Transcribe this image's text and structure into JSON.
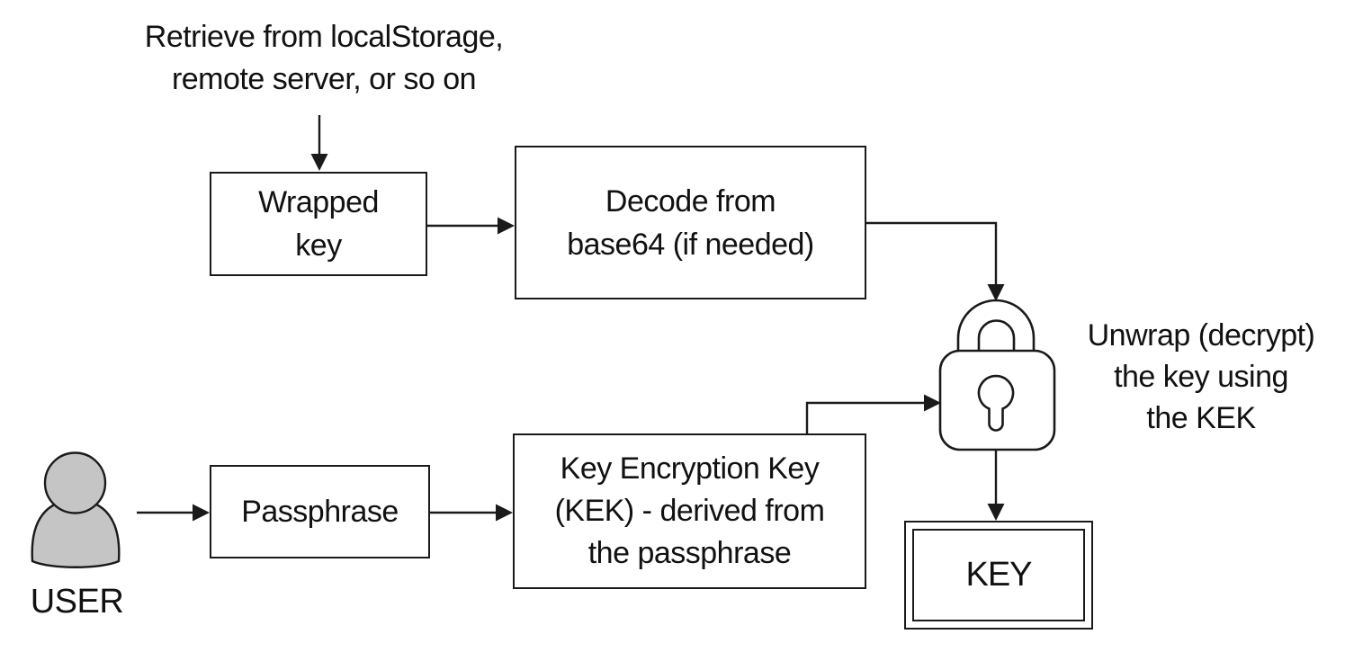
{
  "colors": {
    "line": "#1a1a1a",
    "text": "#111111",
    "box_fill": "#ffffff",
    "user_fill": "#c5c5c5"
  },
  "nodes": {
    "top_note": "Retrieve from localStorage,\nremote server, or so on",
    "wrapped_key": "Wrapped\nkey",
    "decode": "Decode from\nbase64 (if needed)",
    "passphrase": "Passphrase",
    "kek": "Key Encryption Key\n(KEK) - derived from\nthe passphrase",
    "unwrap_note": "Unwrap (decrypt)\nthe key using\nthe KEK",
    "user_label": "USER",
    "key": "KEY"
  },
  "icons": {
    "lock": "padlock-icon",
    "user": "person-icon"
  }
}
